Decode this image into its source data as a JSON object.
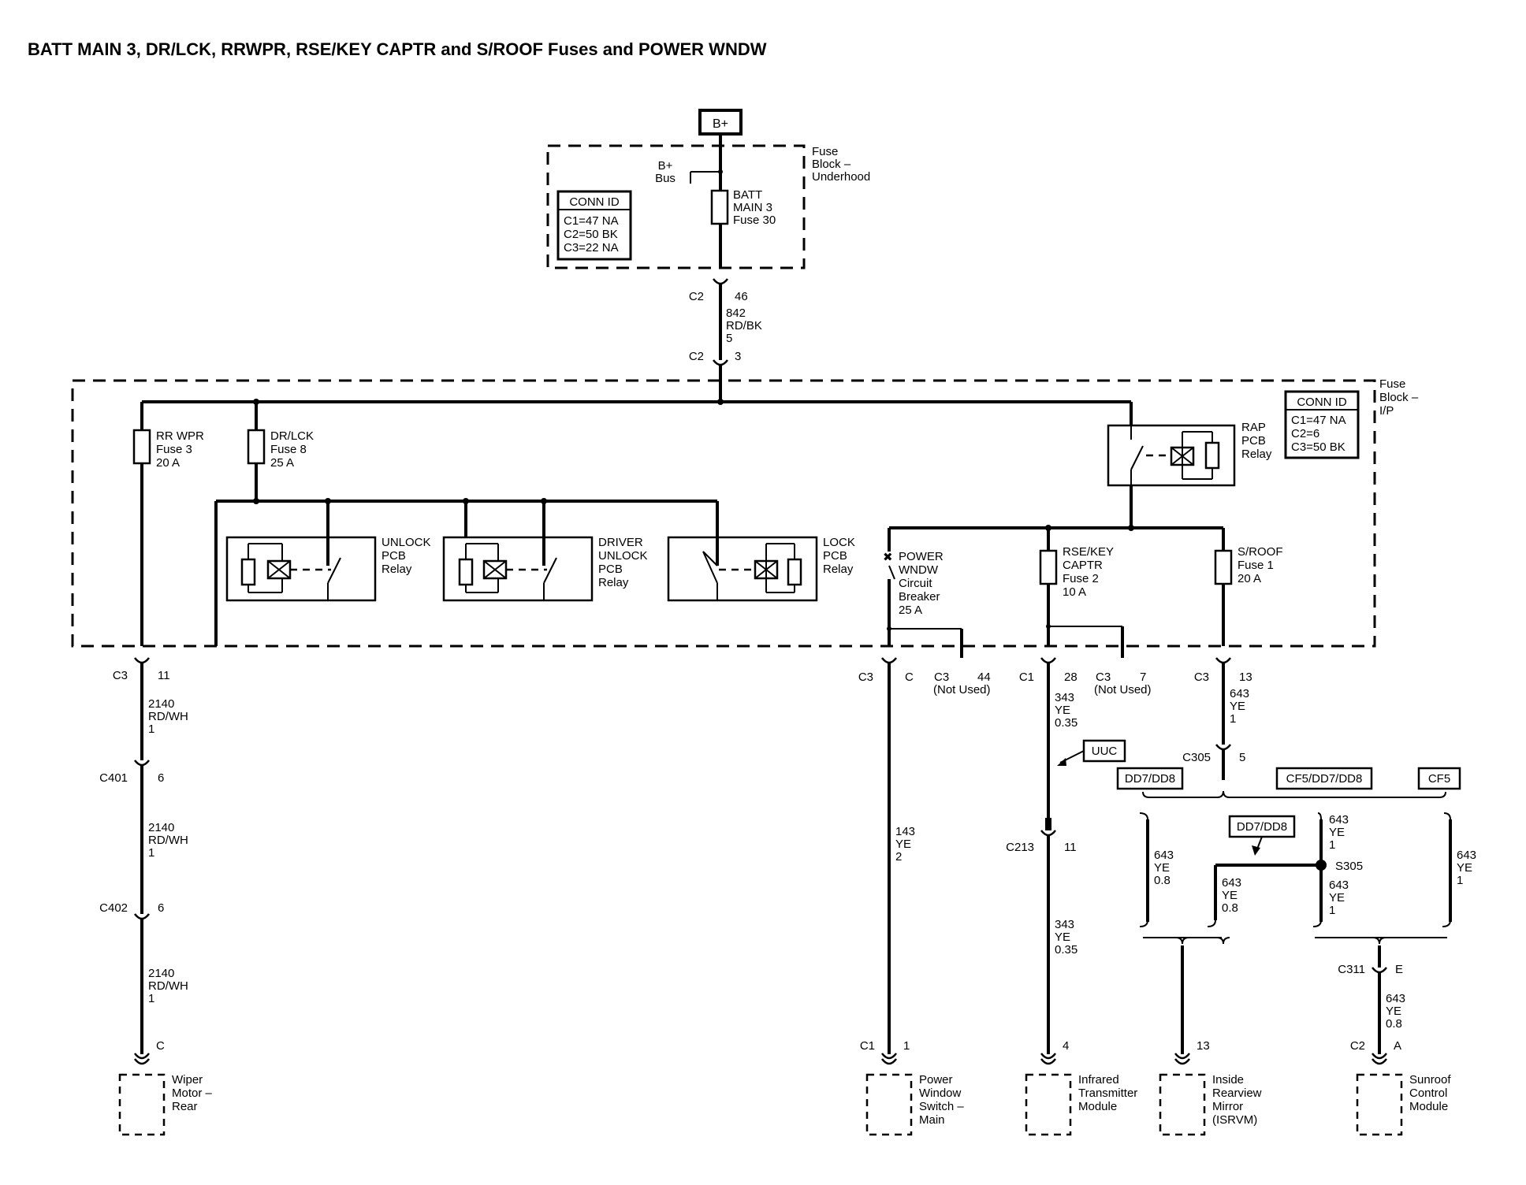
{
  "title": "BATT MAIN 3, DR/LCK, RRWPR, RSE/KEY CAPTR and S/ROOF Fuses and POWER WNDW",
  "battery": {
    "label": "B+"
  },
  "fuse_block_underhood": {
    "name": [
      "Fuse",
      "Block –",
      "Underhood"
    ],
    "bus": [
      "B+",
      "Bus"
    ],
    "fuse": [
      "BATT",
      "MAIN 3",
      "Fuse 30"
    ],
    "conn_id": {
      "title": "CONN ID",
      "rows": [
        "C1=47 NA",
        "C2=50 BK",
        "C3=22 NA"
      ]
    }
  },
  "feed": {
    "top_connector": {
      "name": "C2",
      "pin": "46"
    },
    "wire": [
      "842",
      "RD/BK",
      "5"
    ],
    "bottom_connector": {
      "name": "C2",
      "pin": "3"
    }
  },
  "fuse_block_ip": {
    "name": [
      "Fuse",
      "Block –",
      "I/P"
    ],
    "conn_id": {
      "title": "CONN ID",
      "rows": [
        "C1=47 NA",
        "C2=6",
        "C3=50 BK"
      ]
    },
    "fuses": {
      "rr_wpr": [
        "RR WPR",
        "Fuse 3",
        "20 A"
      ],
      "dr_lck": [
        "DR/LCK",
        "Fuse 8",
        "25 A"
      ],
      "rse_key": [
        "RSE/KEY",
        "CAPTR",
        "Fuse 2",
        "10 A"
      ],
      "sroof": [
        "S/ROOF",
        "Fuse 1",
        "20 A"
      ]
    },
    "breaker": [
      "POWER",
      "WNDW",
      "Circuit",
      "Breaker",
      "25 A"
    ],
    "relays": {
      "unlock": [
        "UNLOCK",
        "PCB",
        "Relay"
      ],
      "driver_unlock": [
        "DRIVER",
        "UNLOCK",
        "PCB",
        "Relay"
      ],
      "lock": [
        "LOCK",
        "PCB",
        "Relay"
      ],
      "rap": [
        "RAP",
        "PCB",
        "Relay"
      ]
    }
  },
  "circuits": {
    "wiper": {
      "c3": {
        "name": "C3",
        "pin": "11"
      },
      "wire1": [
        "2140",
        "RD/WH",
        "1"
      ],
      "c401": {
        "name": "C401",
        "pin": "6"
      },
      "wire2": [
        "2140",
        "RD/WH",
        "1"
      ],
      "c402": {
        "name": "C402",
        "pin": "6"
      },
      "wire3": [
        "2140",
        "RD/WH",
        "1"
      ],
      "end": {
        "pin": "C"
      },
      "device": [
        "Wiper",
        "Motor –",
        "Rear"
      ]
    },
    "power_window": {
      "c3": {
        "name": "C3",
        "pin": "C"
      },
      "c3_unused": {
        "name": "C3",
        "pin": "44",
        "note": "(Not Used)"
      },
      "wire": [
        "143",
        "YE",
        "2"
      ],
      "end": {
        "name": "C1",
        "pin": "1"
      },
      "device": [
        "Power",
        "Window",
        "Switch –",
        "Main"
      ]
    },
    "infrared": {
      "c1": {
        "name": "C1",
        "pin": "28"
      },
      "c3_unused": {
        "name": "C3",
        "pin": "7",
        "note": "(Not Used)"
      },
      "wire1": [
        "343",
        "YE",
        "0.35"
      ],
      "option": "UUC",
      "c213": {
        "name": "C213",
        "pin": "11"
      },
      "wire2": [
        "343",
        "YE",
        "0.35"
      ],
      "end": {
        "pin": "4"
      },
      "device": [
        "Infrared",
        "Transmitter",
        "Module"
      ]
    },
    "sunroof": {
      "c3": {
        "name": "C3",
        "pin": "13"
      },
      "wire1": [
        "643",
        "YE",
        "1"
      ],
      "c305": {
        "name": "C305",
        "pin": "5"
      },
      "options": {
        "left": "DD7/DD8",
        "center": "CF5/DD7/DD8",
        "right": "CF5",
        "splice": "DD7/DD8"
      },
      "wire_left": [
        "643",
        "YE",
        "0.8"
      ],
      "wire_s305_top": [
        "643",
        "YE",
        "1"
      ],
      "splice": "S305",
      "wire_mirror": [
        "643",
        "YE",
        "0.8"
      ],
      "wire_s305_bottom": [
        "643",
        "YE",
        "1"
      ],
      "wire_right": [
        "643",
        "YE",
        "1"
      ],
      "mirror_end": {
        "pin": "13"
      },
      "mirror_device": [
        "Inside",
        "Rearview",
        "Mirror",
        "(ISRVM)"
      ],
      "c311": {
        "name": "C311",
        "pin": "E"
      },
      "wire2": [
        "643",
        "YE",
        "0.8"
      ],
      "end": {
        "name": "C2",
        "pin": "A"
      },
      "device": [
        "Sunroof",
        "Control",
        "Module"
      ]
    }
  }
}
